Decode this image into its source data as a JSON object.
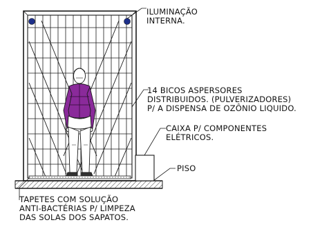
{
  "labels": {
    "lighting": [
      "ILUMINAÇÃO",
      "INTERNA."
    ],
    "sprinklers": [
      "14 BICOS ASPERSORES",
      "DISTRIBUIDOS. (PULVERIZADORES)",
      "P/ A DISPENSA DE OZÔNIO LIQUIDO."
    ],
    "electrical_box": [
      "CAIXA P/ COMPONENTES",
      "ELÉTRICOS."
    ],
    "floor": [
      "PISO"
    ],
    "mats": [
      "TAPETES COM SOLUÇÃO",
      "ANTI-BACTÉRIAS P/ LIMPEZA",
      "DAS SOLAS DOS SAPATOS."
    ]
  },
  "colors": {
    "line": "#1a1a1a",
    "floor_hatch": "#555555",
    "lamp": "#1d2f8a",
    "figure_jacket": "#8a2a9a",
    "background": "#ffffff"
  }
}
